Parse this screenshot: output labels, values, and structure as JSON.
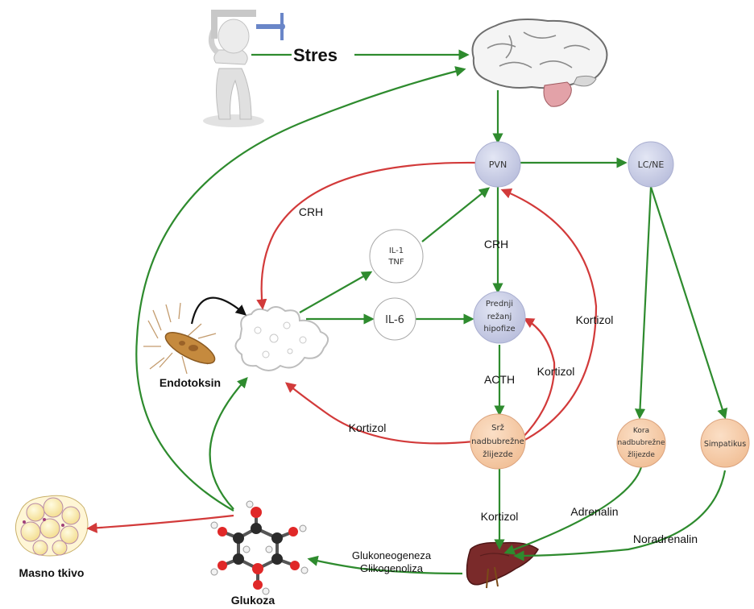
{
  "colors": {
    "green_arrow": "#2e8b2e",
    "red_arrow": "#d23a3a",
    "black_arrow": "#111111",
    "blue_node": "#c8cde6",
    "orange_node": "#f7cdaa",
    "white_node": "#ffffff",
    "liver": "#7a2a2a"
  },
  "nodes": {
    "stres": "Stres",
    "pvn": "PVN",
    "lcne": "LC/NE",
    "il1_line1": "IL-1",
    "il1_line2": "TNF",
    "il6": "IL-6",
    "prednji_line1": "Prednji",
    "prednji_line2": "režanj",
    "prednji_line3": "hipofize",
    "srz_line1": "Srž",
    "srz_line2": "nadbubrežne",
    "srz_line3": "žlijezde",
    "kora_line1": "Kora",
    "kora_line2": "nadbubrežne",
    "kora_line3": "žlijezde",
    "simpatikus": "Simpatikus",
    "endotoksin": "Endotoksin",
    "masno_tkivo": "Masno tkivo",
    "glukoza": "Glukoza"
  },
  "edge_labels": {
    "crh_left": "CRH",
    "crh_center": "CRH",
    "acth": "ACTH",
    "kortizol_right": "Kortizol",
    "kortizol_inner": "Kortizol",
    "kortizol_left": "Kortizol",
    "kortizol_down": "Kortizol",
    "adrenalin": "Adrenalin",
    "noradrenalin": "Noradrenalin",
    "glukoneogeneza": "Glukoneogeneza",
    "glikogenoliza": "Glikogenoliza"
  },
  "icons": {
    "stressed_figure": "stressed-figure-icon",
    "brain": "brain-icon",
    "bacteria": "bacteria-icon",
    "macrophage": "macrophage-icon",
    "fat_tissue": "fat-tissue-icon",
    "glucose_molecule": "glucose-molecule-icon",
    "liver": "liver-icon"
  }
}
